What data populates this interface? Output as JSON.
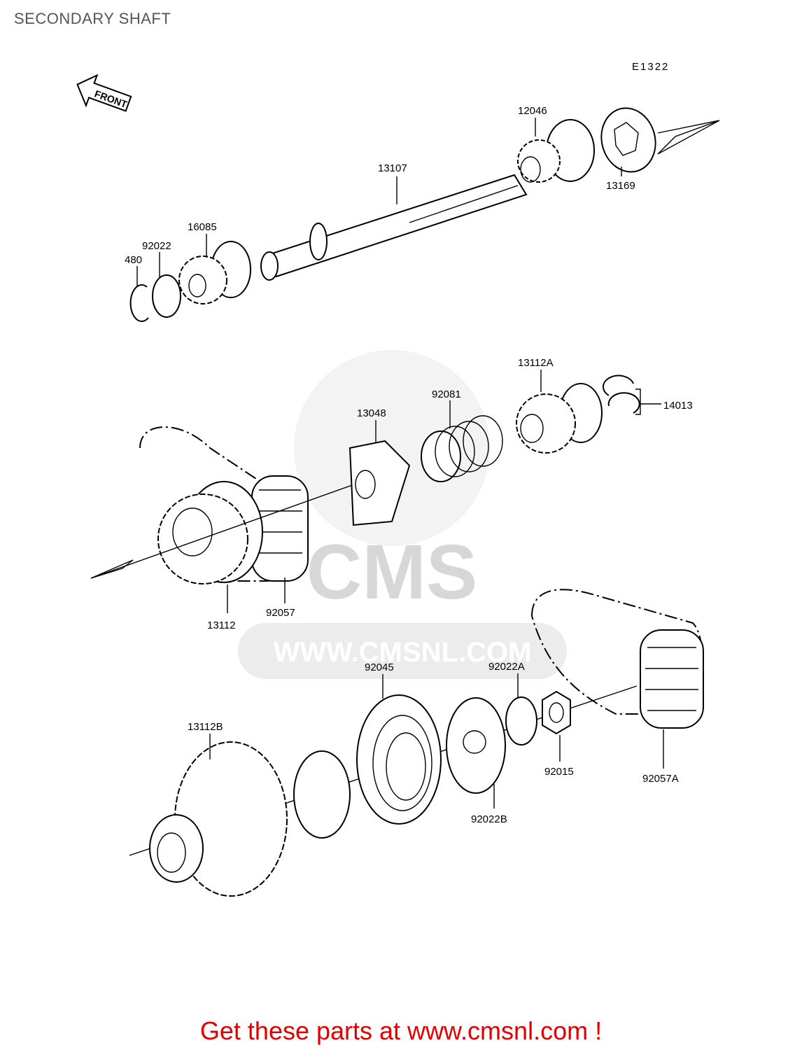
{
  "title": "SECONDARY SHAFT",
  "diagram_code": "E1322",
  "front_arrow_label": "FRONT",
  "watermark": {
    "logo_text": "CMS",
    "url": "WWW.CMSNL.COM"
  },
  "parts": [
    {
      "id": "p12046",
      "label": "12046"
    },
    {
      "id": "p13107",
      "label": "13107"
    },
    {
      "id": "p13169",
      "label": "13169"
    },
    {
      "id": "p16085",
      "label": "16085"
    },
    {
      "id": "p92022",
      "label": "92022"
    },
    {
      "id": "p480",
      "label": "480"
    },
    {
      "id": "p13112A",
      "label": "13112A"
    },
    {
      "id": "p92081",
      "label": "92081"
    },
    {
      "id": "p13048",
      "label": "13048"
    },
    {
      "id": "p14013",
      "label": "14013"
    },
    {
      "id": "p13112",
      "label": "13112"
    },
    {
      "id": "p92057",
      "label": "92057"
    },
    {
      "id": "p92045",
      "label": "92045"
    },
    {
      "id": "p92022A",
      "label": "92022A"
    },
    {
      "id": "p13112B",
      "label": "13112B"
    },
    {
      "id": "p92015",
      "label": "92015"
    },
    {
      "id": "p92057A",
      "label": "92057A"
    },
    {
      "id": "p92022B",
      "label": "92022B"
    }
  ],
  "footer": "Get these parts at www.cmsnl.com !"
}
